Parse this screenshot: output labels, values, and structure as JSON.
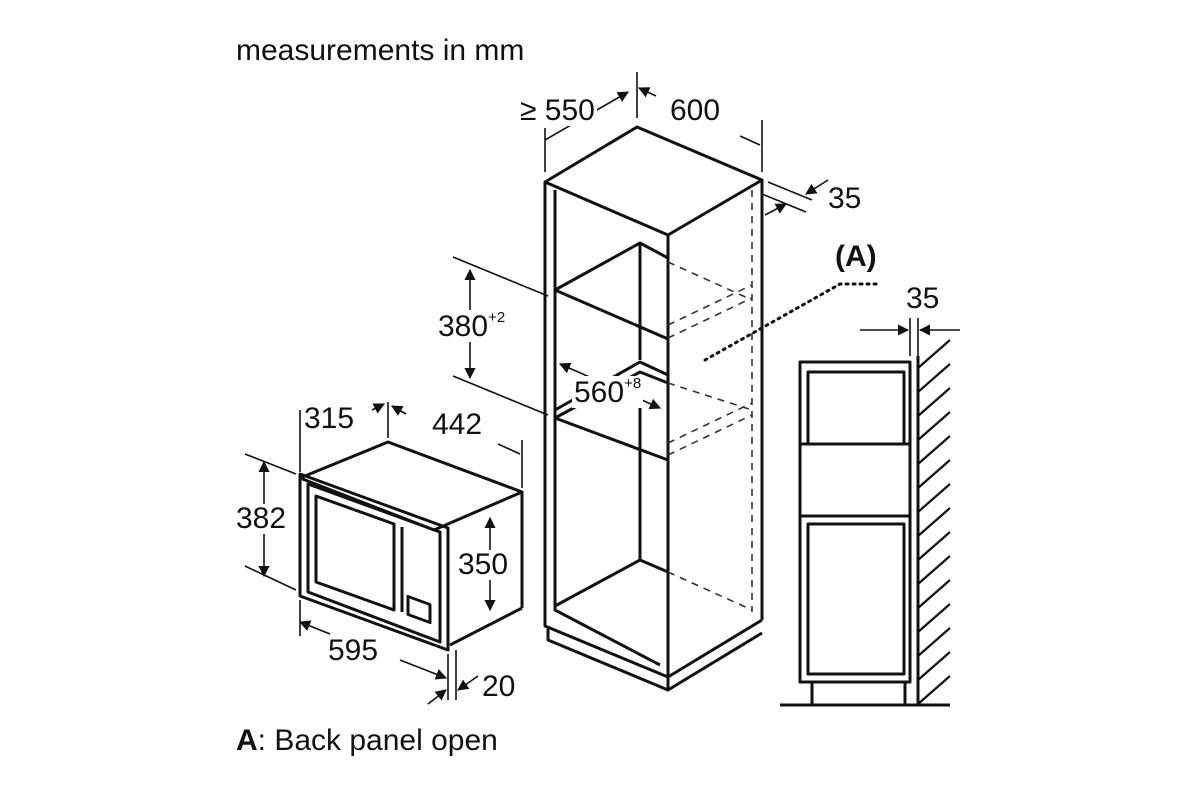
{
  "title": "measurements in mm",
  "footnote": {
    "key": "A",
    "text": ": Back panel open"
  },
  "cabinet": {
    "depth_label": "≥ 550",
    "width_label": "600",
    "side_gap_label": "35",
    "niche_height": "380",
    "niche_height_tol": "+2",
    "niche_width": "560",
    "niche_width_tol": "+8",
    "back_panel_marker": "(A)"
  },
  "side_view": {
    "gap_label": "35"
  },
  "microwave": {
    "depth_label": "315",
    "width_label": "442",
    "frame_height_label": "382",
    "body_height_label": "350",
    "frame_width_label": "595",
    "frame_depth_label": "20"
  }
}
